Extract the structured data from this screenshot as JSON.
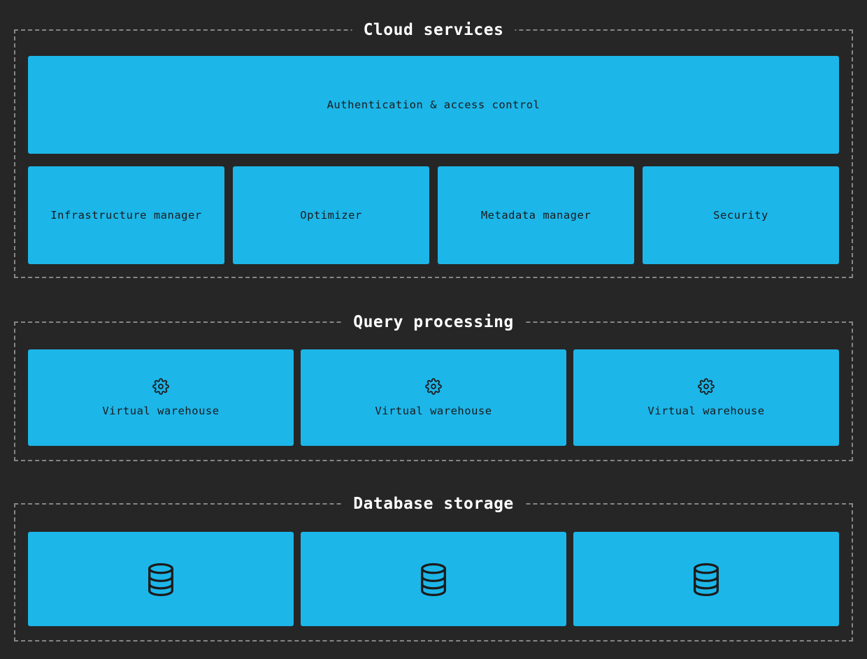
{
  "colors": {
    "background": "#262626",
    "box_fill": "#1cb6e9",
    "box_text": "#1b1b1b",
    "section_title": "#ffffff",
    "section_border": "#868686"
  },
  "sections": {
    "cloud_services": {
      "title": "Cloud services",
      "auth_box": {
        "label": "Authentication & access control"
      },
      "boxes": [
        {
          "label": "Infrastructure manager"
        },
        {
          "label": "Optimizer"
        },
        {
          "label": "Metadata manager"
        },
        {
          "label": "Security"
        }
      ]
    },
    "query_processing": {
      "title": "Query processing",
      "warehouses": [
        {
          "label": "Virtual warehouse",
          "icon": "gear-icon"
        },
        {
          "label": "Virtual warehouse",
          "icon": "gear-icon"
        },
        {
          "label": "Virtual warehouse",
          "icon": "gear-icon"
        }
      ]
    },
    "database_storage": {
      "title": "Database storage",
      "databases": [
        {
          "icon": "database-icon"
        },
        {
          "icon": "database-icon"
        },
        {
          "icon": "database-icon"
        }
      ]
    }
  }
}
